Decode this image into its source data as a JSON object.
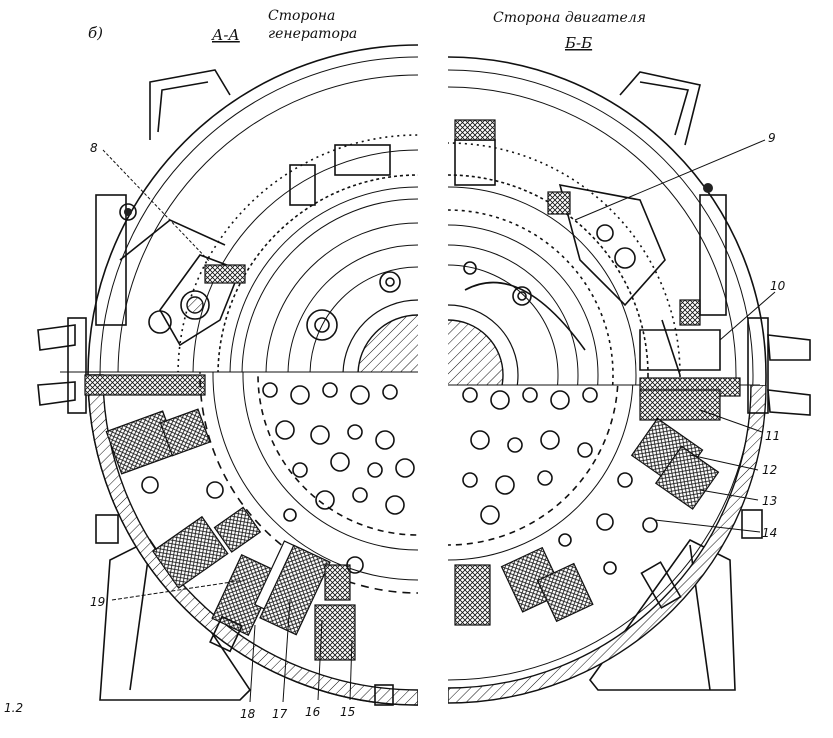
{
  "figure": {
    "sub_label": "б)",
    "left_section": "А-А",
    "left_side": "Сторона генератора",
    "right_side": "Сторона двигателя",
    "right_section": "Б-Б",
    "corner_mark": "1.2"
  },
  "callouts": [
    "8",
    "9",
    "10",
    "11",
    "12",
    "13",
    "14",
    "15",
    "16",
    "17",
    "18",
    "19"
  ]
}
